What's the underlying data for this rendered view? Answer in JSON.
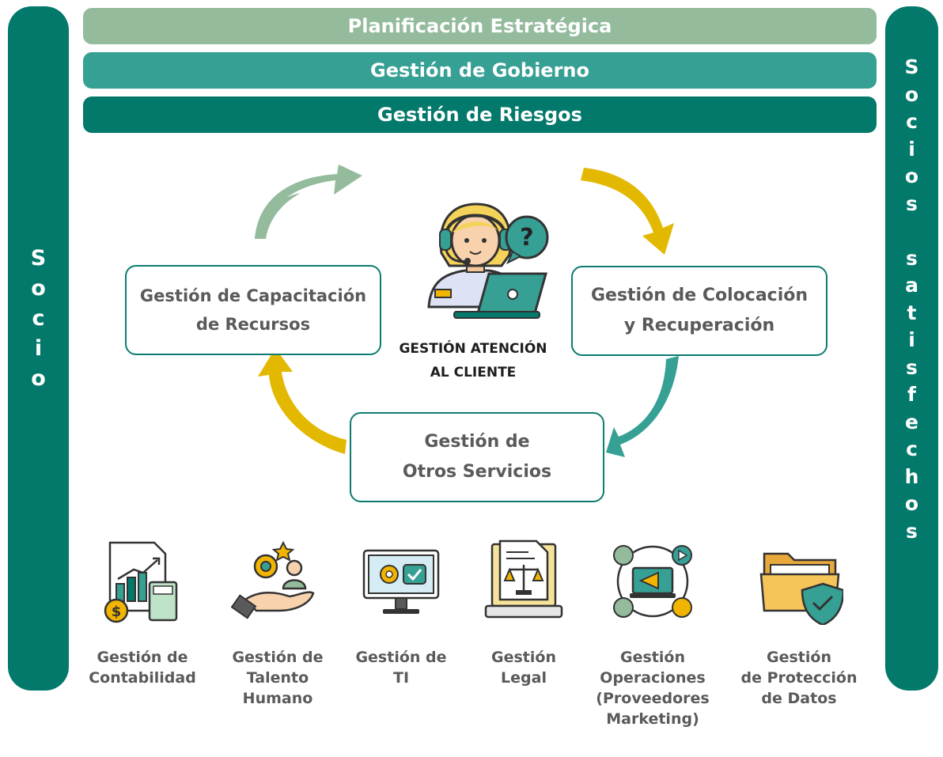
{
  "left_panel": {
    "text": "S\no\nc\ni\no"
  },
  "right_panel": {
    "text": "S\no\nc\ni\no\ns\n \ns\na\nt\ni\ns\nf\ne\nc\nh\no\ns"
  },
  "bars": [
    {
      "label": "Planificación Estratégica",
      "color": "#93bb9c"
    },
    {
      "label": "Gestión de Gobierno",
      "color": "#36a095"
    },
    {
      "label": "Gestión de Riesgos",
      "color": "#02796b"
    }
  ],
  "cycle": {
    "left": "Gestión de Capacitación\nde Recursos",
    "right": "Gestión de Colocación\ny Recuperación",
    "bottom": "Gestión de\nOtros Servicios",
    "center": "GESTIÓN ATENCIÓN\nAL CLIENTE",
    "center_icon": "customer-service-agent-icon"
  },
  "colors": {
    "dark_teal": "#02796b",
    "mid_teal": "#36a095",
    "sage": "#93bb9c",
    "gold": "#e3b800"
  },
  "areas": [
    {
      "label": "Gestión de\nContabilidad",
      "icon": "accounting-icon"
    },
    {
      "label": "Gestión de\nTalento\nHumano",
      "icon": "human-talent-icon"
    },
    {
      "label": "Gestión de\nTI",
      "icon": "it-monitor-icon"
    },
    {
      "label": "Gestión\nLegal",
      "icon": "legal-scale-icon"
    },
    {
      "label": "Gestión\nOperaciones\n(Proveedores\nMarketing)",
      "icon": "operations-marketing-icon"
    },
    {
      "label": "Gestión\nde Protección\nde Datos",
      "icon": "data-protection-folder-icon"
    }
  ]
}
